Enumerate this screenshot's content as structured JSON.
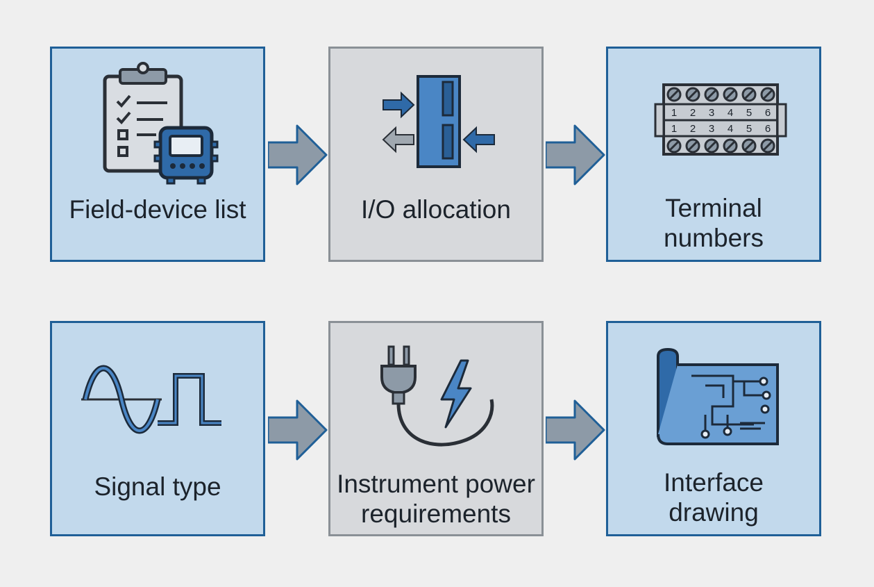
{
  "steps": [
    {
      "label": "Field-device list",
      "icon": "clipboard-device-icon"
    },
    {
      "label": "I/O allocation",
      "icon": "io-module-icon"
    },
    {
      "label": "Terminal numbers",
      "icon": "terminal-block-icon"
    },
    {
      "label": "Signal type",
      "icon": "signal-waveform-icon"
    },
    {
      "label": "Instrument power requirements",
      "icon": "power-plug-icon"
    },
    {
      "label": "Interface drawing",
      "icon": "blueprint-icon"
    }
  ],
  "terminal_numbers": [
    "1",
    "2",
    "3",
    "4",
    "5",
    "6"
  ],
  "colors": {
    "background": "#efefef",
    "box_blue": "#c2d9ec",
    "box_grey": "#d7d9dc",
    "border_blue": "#1f5f97",
    "accent_blue": "#2f6aa8",
    "arrow_fill": "#8d9aa7",
    "icon_stroke": "#2a2f36"
  }
}
